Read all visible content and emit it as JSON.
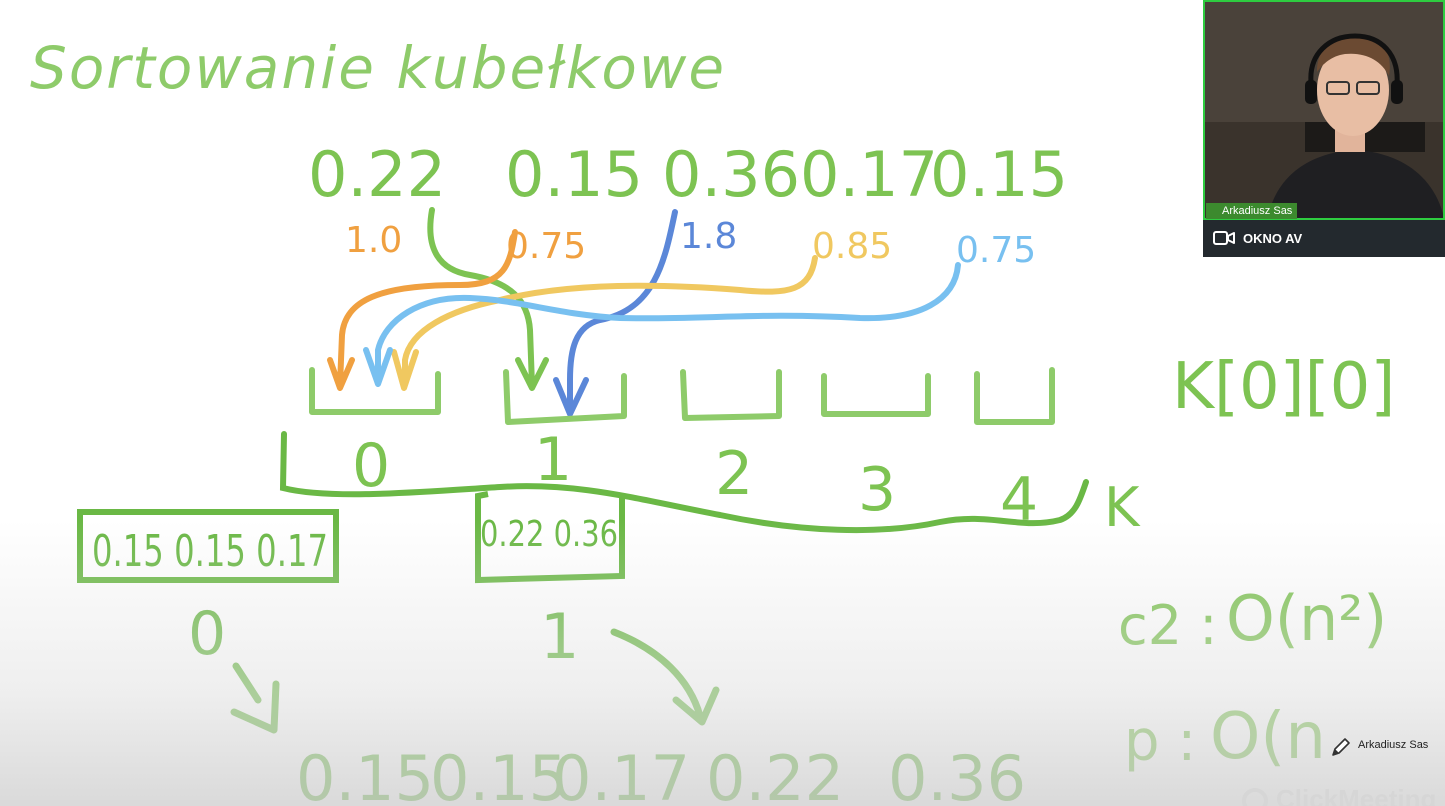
{
  "whiteboard": {
    "title": "Sortowanie kubełkowe",
    "input_values": [
      "0.22",
      "0.15",
      "0.36",
      "0.17",
      "0.15"
    ],
    "multiplied": [
      {
        "text": "1.0",
        "color": "#f0a040"
      },
      {
        "text": "0.75",
        "color": "#f0a040"
      },
      {
        "text": "1.8",
        "color": "#5b87d8"
      },
      {
        "text": "0.85",
        "color": "#f0c860"
      },
      {
        "text": "0.75",
        "color": "#78c0f0"
      }
    ],
    "bucket_indices": [
      "0",
      "1",
      "2",
      "3",
      "4"
    ],
    "array_name": "K",
    "index_expression": "K[0][0]",
    "bucket0_contents": "0.15 0.15 0.17",
    "bucket1_contents": "0.22 0.36",
    "bucket0_label": "0",
    "bucket1_label": "1",
    "sorted_output": [
      "0.15",
      "0.15",
      "0.17",
      "0.22",
      "0.36"
    ],
    "complexity_worst": "O(n²)",
    "complexity_worst_prefix": "c2 :",
    "complexity_avg": "O(n",
    "complexity_avg_prefix": "p :",
    "ink_color": "#7dc352"
  },
  "video_panel": {
    "participant_name": "Arkadiusz Sas",
    "window_label": "OKNO AV",
    "mic_icon": "microphone-icon",
    "camera_icon": "video-camera-icon"
  },
  "remote_pointer": {
    "user": "Arkadiusz Sas",
    "icon": "pencil-icon"
  },
  "watermark": {
    "text": "ClickMeeting"
  }
}
